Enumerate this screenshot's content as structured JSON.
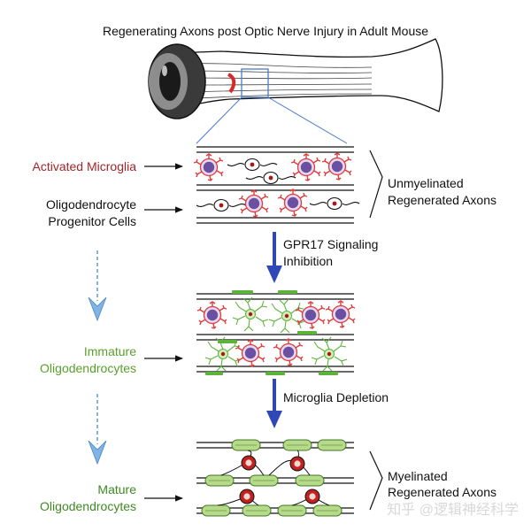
{
  "title": "Regenerating Axons post Optic Nerve Injury in Adult Mouse",
  "labels": {
    "activated_microglia": "Activated Microglia",
    "opc_line1": "Oligodendrocyte",
    "opc_line2": "Progenitor Cells",
    "immature_line1": "Immature",
    "immature_line2": "Oligodendrocytes",
    "mature_line1": "Mature",
    "mature_line2": "Oligodendrocytes",
    "unmyelinated_line1": "Unmyelinated",
    "unmyelinated_line2": "Regenerated Axons",
    "myelinated_line1": "Myelinated",
    "myelinated_line2": "Regenerated Axons"
  },
  "steps": {
    "step1_line1": "GPR17 Signaling",
    "step1_line2": "Inhibition",
    "step2": "Microglia Depletion"
  },
  "watermark": "知乎 @逻辑神经科学",
  "colors": {
    "microglia_label": "#a3262a",
    "oligodendrocyte_label": "#5aa02c",
    "microglia_fill": "#6b4fa0",
    "microglia_ring": "#e23b3b",
    "oligodendrocyte_green": "#5cb33a",
    "myelin_green": "#b6d98a",
    "arrow_blue": "#2f48b5",
    "dashed_arrow_blue": "#5e9bd6"
  }
}
